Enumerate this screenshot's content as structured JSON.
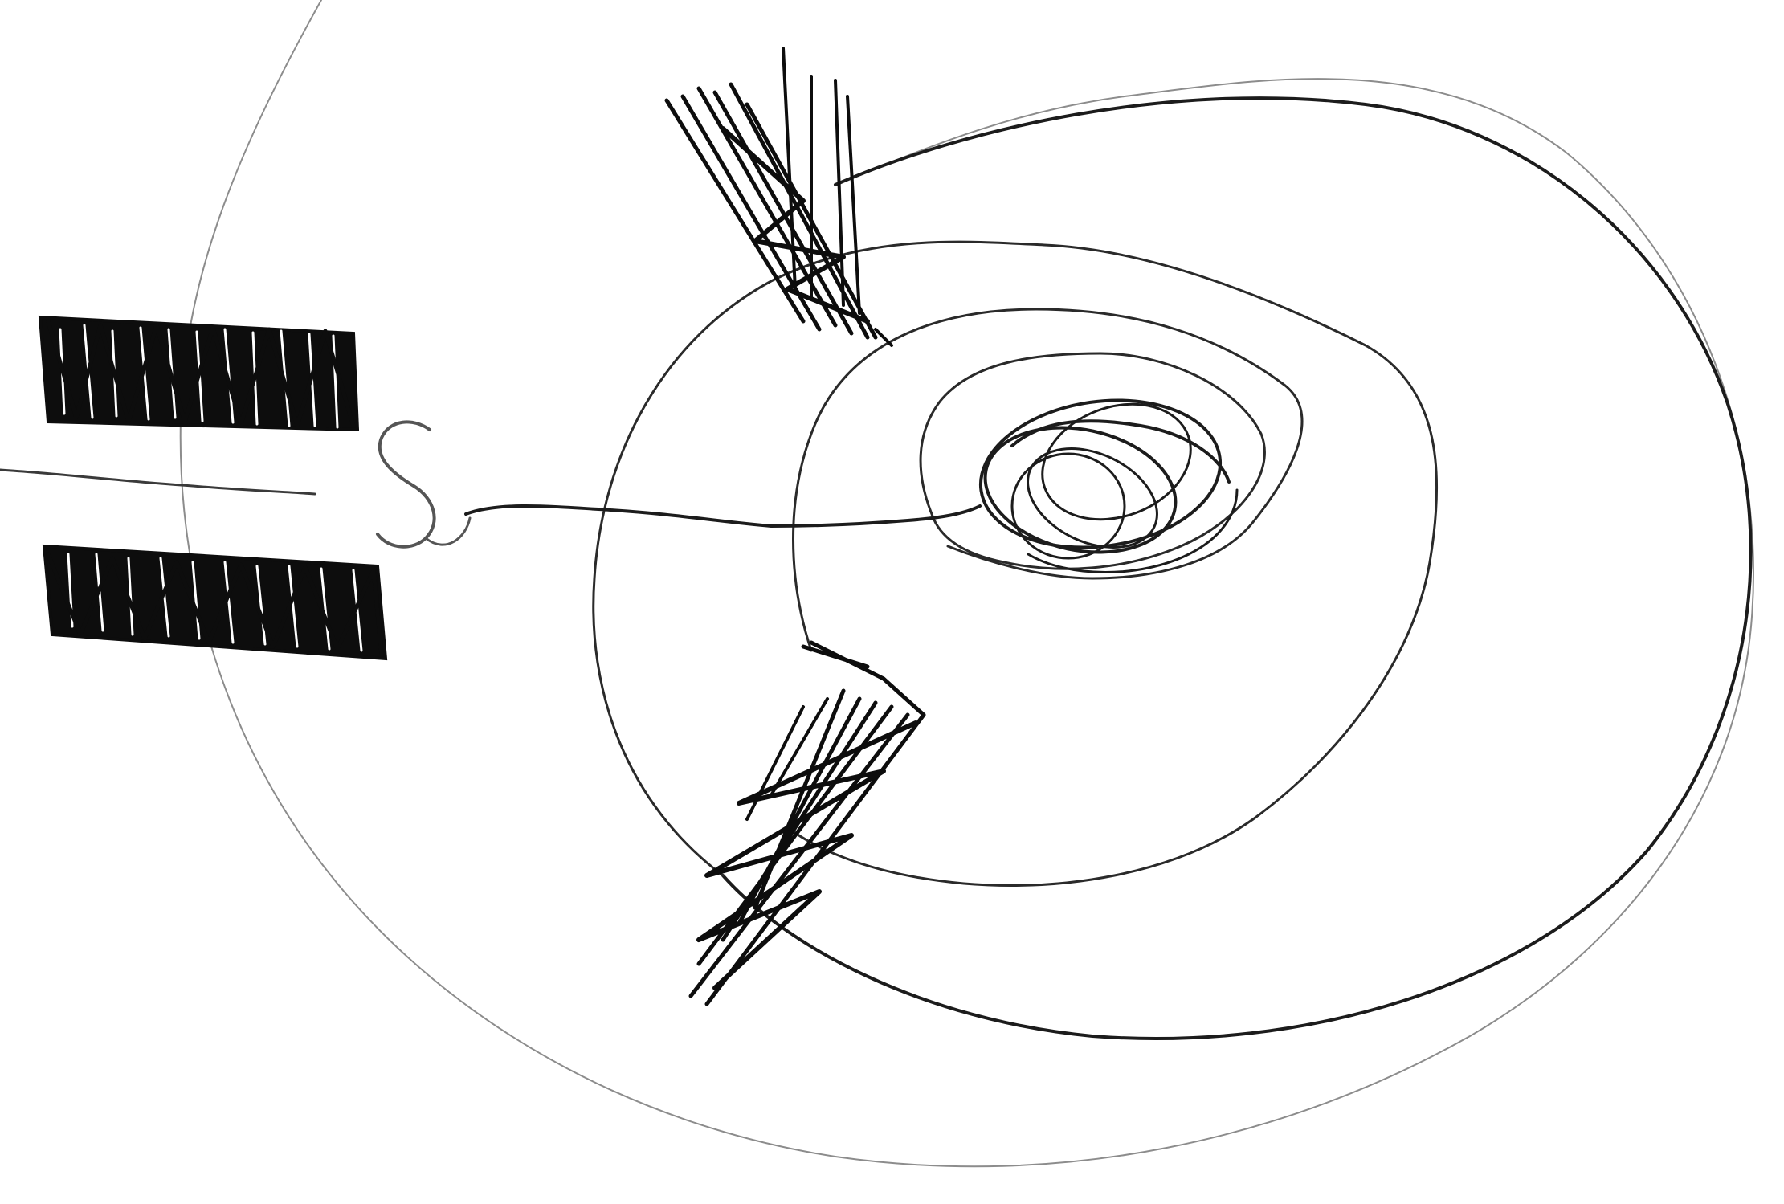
{
  "drawing": {
    "background_color": "#ffffff",
    "ink_color": "#1c1c1c",
    "faint_ink_color": "#8c8c8c",
    "elements": [
      "outer-contour",
      "middle-contour",
      "inner-contour",
      "core-scribble",
      "left-upper-hatched-block",
      "left-lower-hatched-block",
      "left-hook-connector",
      "center-tail-line",
      "top-hatched-wedge",
      "bottom-hatched-wedge"
    ]
  }
}
